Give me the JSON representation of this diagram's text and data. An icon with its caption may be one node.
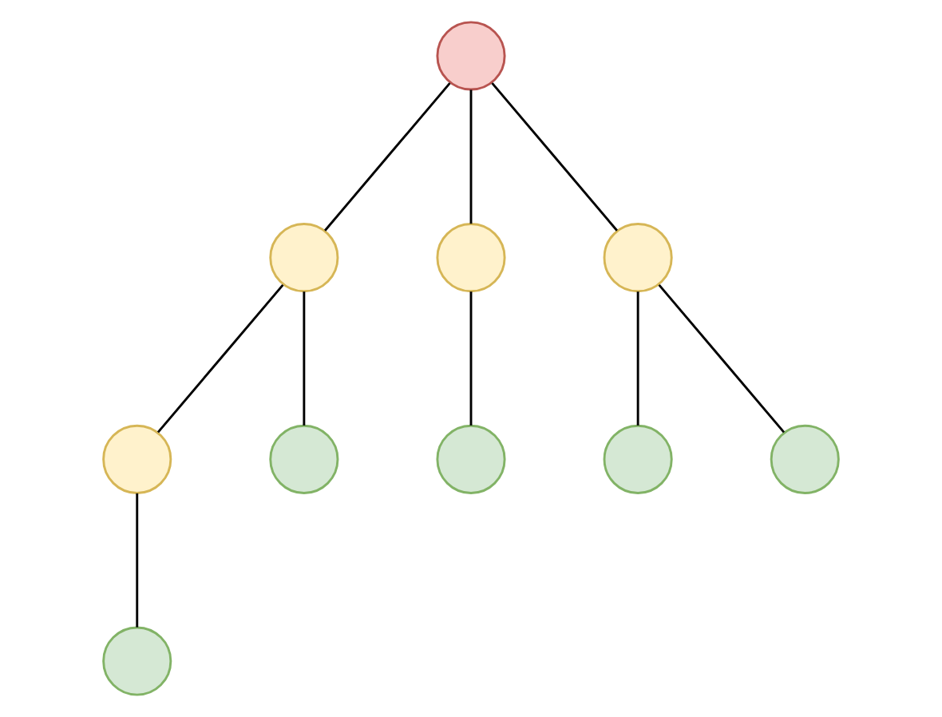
{
  "diagram": {
    "nodes": [
      {
        "text": [],
        "shape": "circle"
      },
      {
        "text": [],
        "shape": "circle"
      },
      {
        "text": [],
        "shape": "circle"
      },
      {
        "text": [],
        "shape": "circle"
      },
      {
        "text": [],
        "shape": "circle"
      },
      {
        "text": [],
        "shape": "circle"
      },
      {
        "text": [],
        "shape": "circle"
      },
      {
        "text": [],
        "shape": "circle"
      },
      {
        "text": [],
        "shape": "circle"
      },
      {
        "text": [],
        "shape": "circle"
      }
    ],
    "edges": [
      {
        "from": 0,
        "to": 1,
        "arrow": "none"
      },
      {
        "from": 0,
        "to": 2,
        "arrow": "none"
      },
      {
        "from": 0,
        "to": 3,
        "arrow": "none"
      },
      {
        "from": 1,
        "to": 4,
        "arrow": "none"
      },
      {
        "from": 1,
        "to": 5,
        "arrow": "none"
      },
      {
        "from": 2,
        "to": 6,
        "arrow": "none"
      },
      {
        "from": 3,
        "to": 7,
        "arrow": "none"
      },
      {
        "from": 3,
        "to": 8,
        "arrow": "none"
      },
      {
        "from": 4,
        "to": 9,
        "arrow": "none"
      }
    ]
  }
}
